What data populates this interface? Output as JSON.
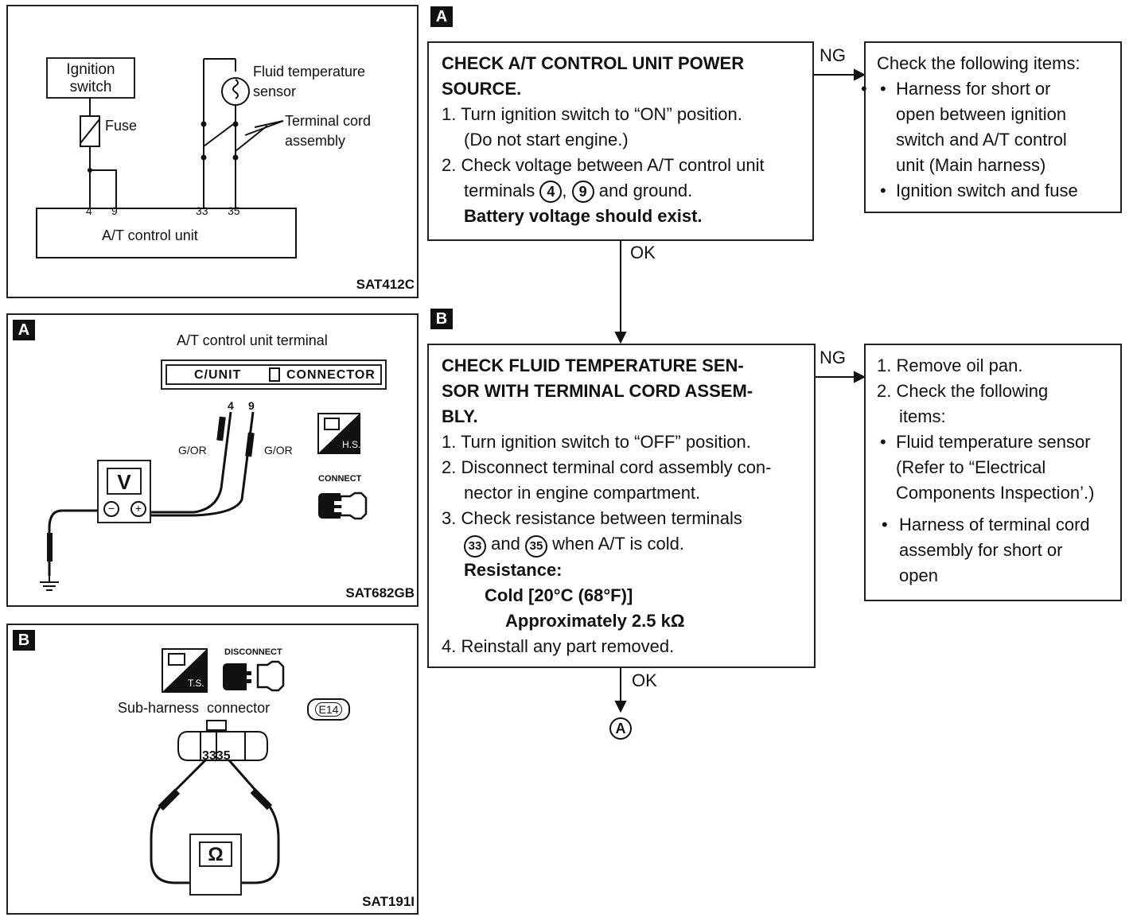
{
  "labels": {
    "a": "A",
    "b": "B"
  },
  "panel1": {
    "ignition_switch": [
      "Ignition",
      "switch"
    ],
    "fuse": "Fuse",
    "fluid_sensor": [
      "Fluid temperature",
      "sensor"
    ],
    "terminal_cord": [
      "Terminal cord",
      "assembly"
    ],
    "terminals": [
      "4",
      "9",
      "33",
      "35"
    ],
    "unit": "A/T control unit",
    "code": "SAT412C"
  },
  "panel2": {
    "title": "A/T control unit terminal",
    "connector_left": "C/UNIT",
    "connector_right": "CONNECTOR",
    "pins": [
      "4",
      "9"
    ],
    "wire_left": "G/OR",
    "wire_right": "G/OR",
    "meter": "V",
    "hs_icon_label": "H.S.",
    "connect_label": "CONNECT",
    "code": "SAT682GB"
  },
  "panel3": {
    "ts_icon_label": "T.S.",
    "disconnect_label": "DISCONNECT",
    "sub_harness": "Sub-harness  connector",
    "connector_id": "E14",
    "pins": "3335",
    "meter": "Ω",
    "code": "SAT191I"
  },
  "stepA": {
    "title": [
      "CHECK A/T CONTROL UNIT POWER",
      "SOURCE."
    ],
    "items": [
      "1. Turn ignition switch to “ON” position.",
      "(Do not start engine.)",
      "2. Check voltage between A/T control unit",
      "terminals",
      "4",
      ",",
      "9",
      "and ground.",
      "Battery voltage should exist."
    ],
    "ng": "NG",
    "ok": "OK",
    "ng_box": {
      "heading": "Check the following items:",
      "bullets": [
        [
          "Harness for short or",
          "open between ignition",
          "switch and A/T control",
          "unit (Main harness)"
        ],
        [
          "Ignition switch and fuse"
        ]
      ]
    }
  },
  "stepB": {
    "title": [
      "CHECK FLUID TEMPERATURE SEN-",
      "SOR WITH TERMINAL CORD ASSEM-",
      "BLY."
    ],
    "items": [
      "1. Turn ignition switch to “OFF” position.",
      "2. Disconnect terminal cord assembly con-",
      "nector in engine compartment.",
      "3. Check resistance between terminals",
      "33",
      "and",
      "35",
      "when A/T is cold.",
      "Resistance:",
      "Cold [20°C (68°F)]",
      "Approximately 2.5 kΩ",
      "4. Reinstall any part removed."
    ],
    "ng": "NG",
    "ok": "OK",
    "ng_box": {
      "lines": [
        "1. Remove oil pan.",
        "2. Check the following",
        "items:"
      ],
      "bullets": [
        [
          "Fluid temperature sensor",
          "(Refer to “Electrical",
          "Components Inspection’.)"
        ],
        [
          "Harness of terminal cord",
          "assembly for short or",
          "open"
        ]
      ]
    },
    "next": "A"
  }
}
